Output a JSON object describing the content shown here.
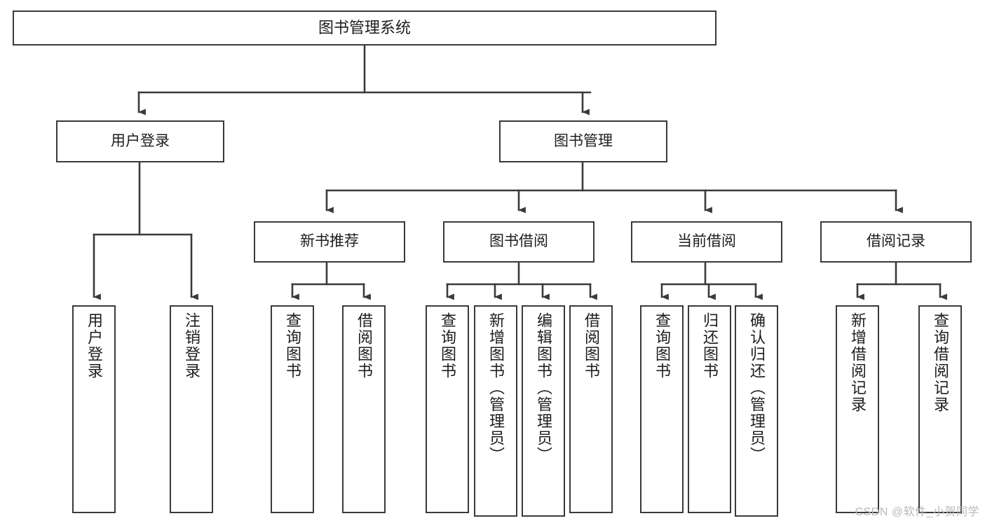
{
  "diagram": {
    "title": "图书管理系统",
    "type": "tree-hierarchy-chart",
    "watermark": "CSDN @软件_小贺同学",
    "colors": {
      "stroke": "#3a3a3a",
      "fill": "#ffffff",
      "text": "#1d1d1d",
      "watermark": "#b9b9b9"
    },
    "nodes": {
      "root": "图书管理系统",
      "level2": [
        "用户登录",
        "图书管理"
      ],
      "level3": [
        "新书推荐",
        "图书借阅",
        "当前借阅",
        "借阅记录"
      ],
      "leaves": {
        "user_login": [
          "用户登录",
          "注销登录"
        ],
        "new_book_recommend": [
          "查询图书",
          "借阅图书"
        ],
        "book_borrow": [
          "查询图书",
          "新增图书（管理员）",
          "编辑图书（管理员）",
          "借阅图书"
        ],
        "current_borrow": [
          "查询图书",
          "归还图书",
          "确认归还（管理员）"
        ],
        "borrow_record": [
          "新增借阅记录",
          "查询借阅记录"
        ]
      }
    }
  }
}
